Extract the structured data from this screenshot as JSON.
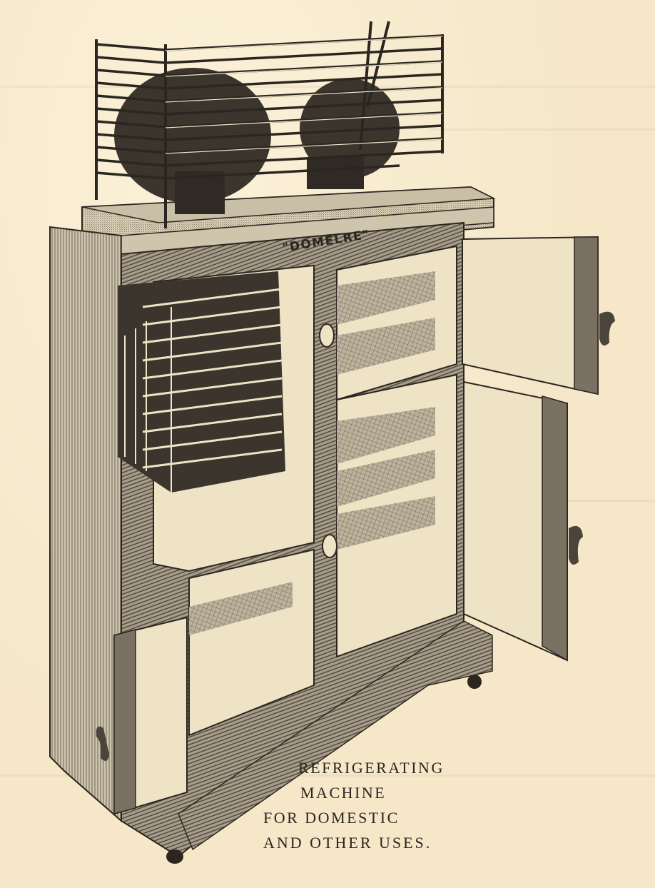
{
  "illustration": {
    "subject": "domestic refrigerating machine cabinet with compressor unit on top, cooling coils in open left compartment, open doors with shelves",
    "brand_label": "\"DOMELRE\"",
    "colors": {
      "paper": "#f5e7c8",
      "ink": "#2b2620",
      "mid_tone": "#8a8172",
      "light_panel": "#efe3c6"
    }
  },
  "caption": {
    "lines": [
      "REFRIGERATING",
      "MACHINE",
      "FOR DOMESTIC",
      "AND OTHER USES."
    ]
  }
}
